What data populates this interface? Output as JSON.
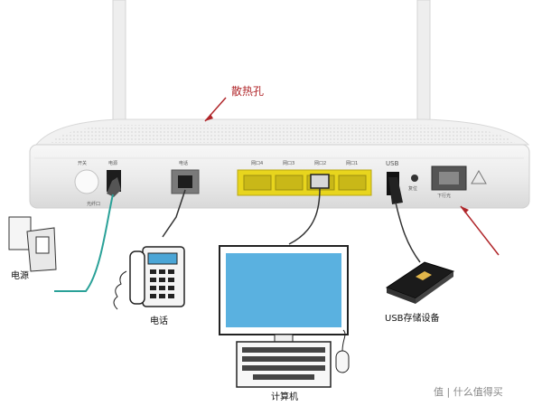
{
  "annotations": {
    "vents": "散热孔"
  },
  "panel_labels": {
    "power_switch": "开关",
    "power_port": "电源",
    "reset_hole": "光纤口",
    "phone_port": "电话",
    "lan4": "网口4",
    "lan3": "网口3",
    "lan2": "网口2",
    "lan1": "网口1",
    "usb": "USB",
    "reset": "复位",
    "optical": "下行光"
  },
  "device_labels": {
    "power": "电源",
    "phone": "电话",
    "computer": "计算机",
    "usb_storage": "USB存储设备"
  },
  "watermark": "值 | 什么值得买",
  "colors": {
    "lan_ports": "#e8d51d",
    "arrow": "#b0262a",
    "cable": "#333333",
    "teal_cable": "#2aa198"
  }
}
